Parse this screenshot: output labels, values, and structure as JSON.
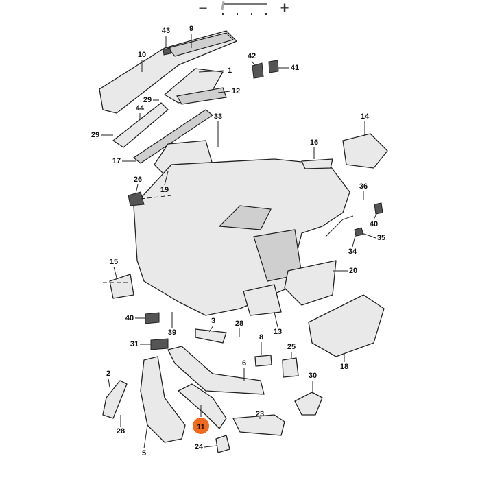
{
  "zoom_control": {
    "minus": "−",
    "plus": "+",
    "level": 0.0
  },
  "highlight_color": "#f26a1b",
  "highlighted_part": "11",
  "callouts": [
    "43",
    "9",
    "10",
    "1",
    "42",
    "41",
    "12",
    "29",
    "44",
    "33",
    "14",
    "29",
    "16",
    "17",
    "19",
    "26",
    "36",
    "40",
    "35",
    "34",
    "15",
    "20",
    "40",
    "39",
    "3",
    "28",
    "13",
    "8",
    "31",
    "25",
    "6",
    "18",
    "2",
    "30",
    "23",
    "28",
    "11",
    "24",
    "5"
  ]
}
